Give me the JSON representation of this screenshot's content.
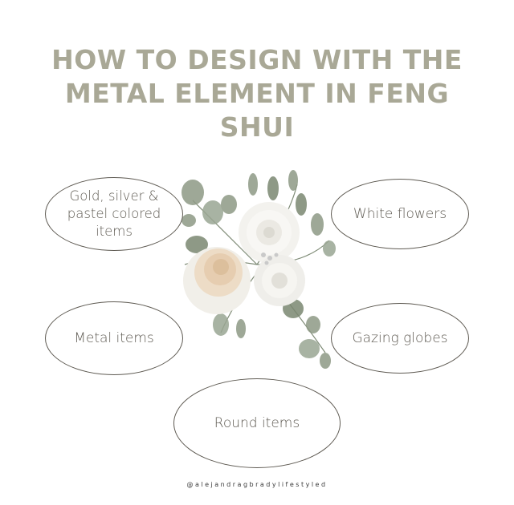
{
  "title_lines": [
    "HOW TO DESIGN WITH THE",
    "METAL ELEMENT IN FENG",
    "SHUI"
  ],
  "bubbles": {
    "gold_lines": [
      "Gold, silver &",
      "pastel colored",
      "items"
    ],
    "white_flowers": "White flowers",
    "metal_items": "Metal items",
    "gazing_globes": "Gazing globes",
    "round_items": "Round items"
  },
  "handle": "@alejandragbradylifestyled",
  "colors": {
    "title": "#a9a896",
    "bubble_border": "#5e5a52",
    "bubble_text": "#5e5a52",
    "leaf": "#8e9a85",
    "peony": "#eddcc6"
  },
  "icons": [
    "white-flower-bouquet-icon"
  ]
}
